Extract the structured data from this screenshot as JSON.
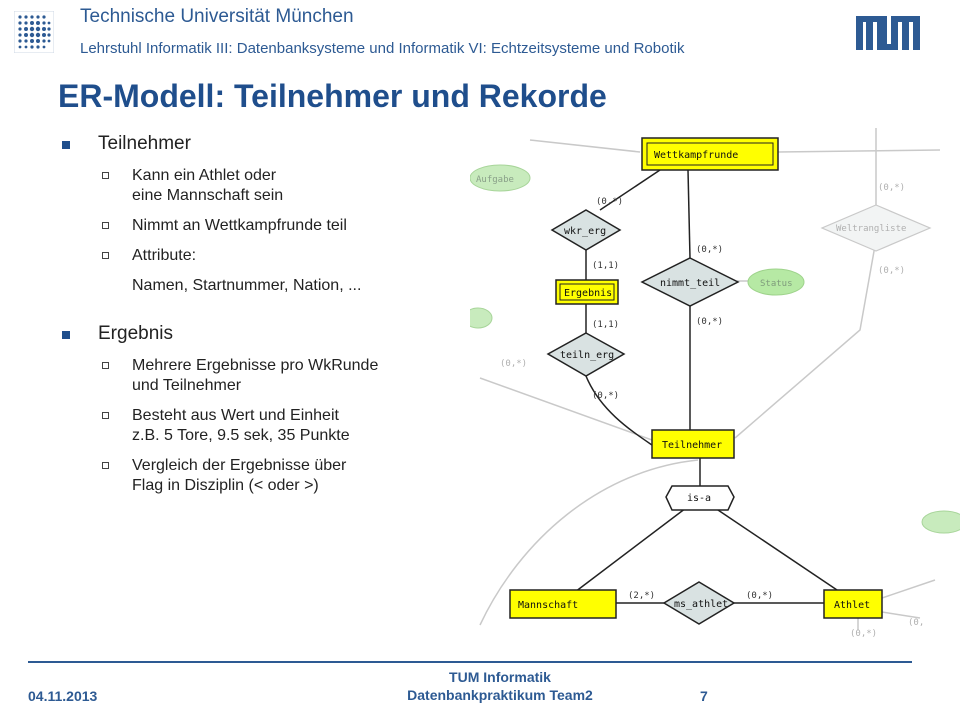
{
  "header": {
    "university": "Technische Universität München",
    "chair": "Lehrstuhl Informatik III: Datenbanksysteme und Informatik VI: Echtzeitsysteme und Robotik",
    "left_logo_icon": "tum-dot-grid-logo",
    "right_logo_icon": "tum-wordmark-logo"
  },
  "slide": {
    "title": "ER-Modell: Teilnehmer und Rekorde"
  },
  "bullets": [
    {
      "label": "Teilnehmer",
      "sub": [
        [
          "Kann ein Athlet oder",
          "eine Mannschaft sein"
        ],
        [
          "Nimmt an Wettkampfrunde teil"
        ],
        [
          "Attribute:"
        ]
      ],
      "sub_continuation": "Namen, Startnummer, Nation, ..."
    },
    {
      "label": "Ergebnis",
      "sub": [
        [
          "Mehrere Ergebnisse pro WkRunde",
          "und Teilnehmer"
        ],
        [
          "Besteht aus Wert und Einheit",
          "z.B. 5 Tore, 9.5 sek, 35 Punkte"
        ],
        [
          "Vergleich der Ergebnisse über",
          "Flag in Disziplin (< oder >)"
        ]
      ]
    }
  ],
  "diagram": {
    "entities": {
      "wettkampfrunde": "Wettkampfrunde",
      "ergebnis": "Ergebnis",
      "teilnehmer": "Teilnehmer",
      "mannschaft": "Mannschaft",
      "athlet": "Athlet",
      "weltrangliste": "Weltrangliste"
    },
    "relationships": {
      "wkr_erg": "wkr_erg",
      "nimmt_teil": "nimmt_teil",
      "teiln_erg": "teiln_erg",
      "is_a": "is-a",
      "ms_athlet": "ms_athlet"
    },
    "attributes": {
      "aufgabe": "Aufgabe",
      "status": "Status"
    },
    "cardinalities": {
      "wkr_top": "(0,*)",
      "wkr_bottom": "(1,1)",
      "nimmt_top": "(0,*)",
      "nimmt_bottom": "(0,*)",
      "teiln_top": "(1,1)",
      "teiln_bottom": "(0,*)",
      "left_faded": "(0,*)",
      "welt_top": "(0,*)",
      "welt_bottom": "(0,*)",
      "ms_left": "(2,*)",
      "ms_right": "(0,*)",
      "athlet_bottom": "(0,*)",
      "athlet_right": "(0,"
    },
    "colors": {
      "entity_fill": "#ffff00",
      "relationship_fill": "#d9e2e2",
      "attribute_fill": "#b6e9a4",
      "faded": "#c9c9c9"
    }
  },
  "footer": {
    "date": "04.11.2013",
    "line1": "TUM Informatik",
    "line2": "Datenbankpraktikum Team2",
    "page": "7"
  }
}
